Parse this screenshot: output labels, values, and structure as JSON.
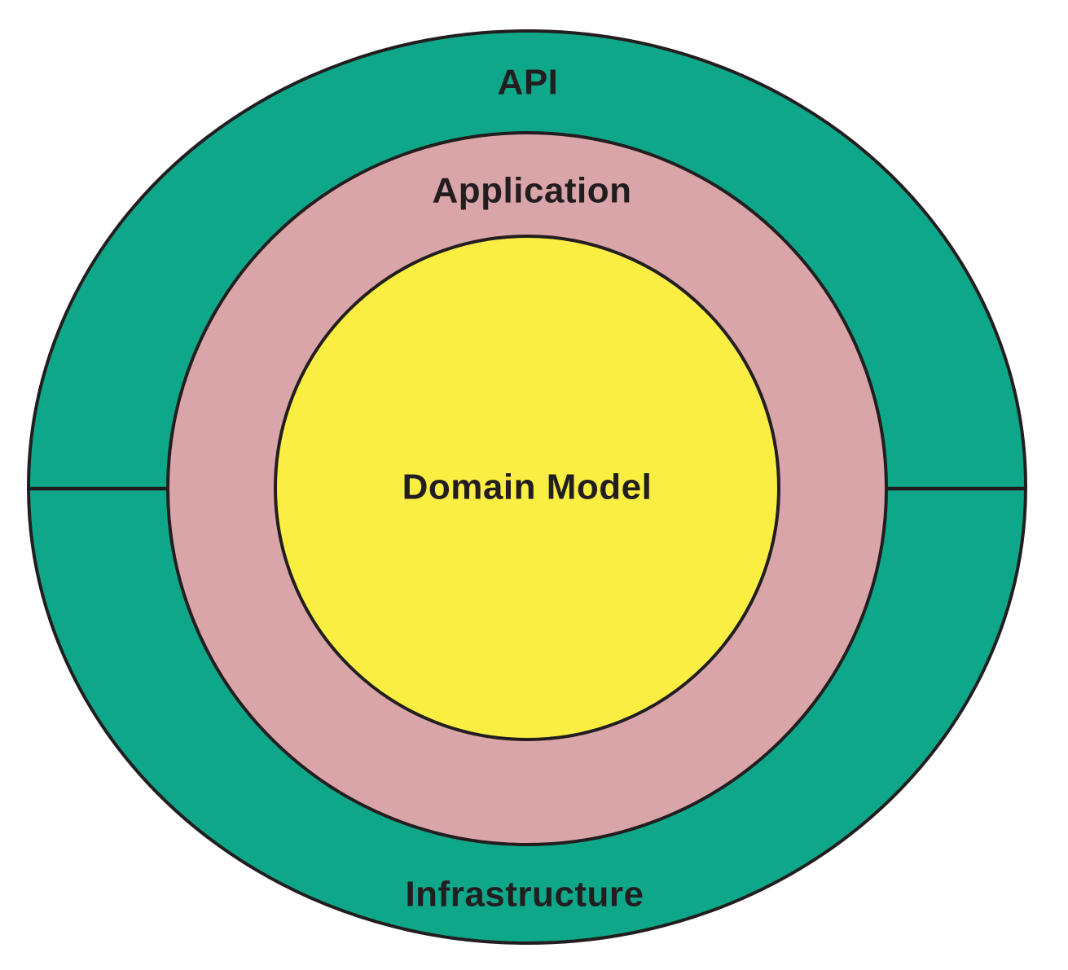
{
  "diagram": {
    "type": "onion-architecture-concentric-rings",
    "layers": {
      "api": {
        "label": "API"
      },
      "application": {
        "label": "Application"
      },
      "domain": {
        "label": "Domain Model"
      },
      "infrastructure": {
        "label": "Infrastructure"
      }
    },
    "colors": {
      "outer_ring": "#0fa78a",
      "middle_ring": "#d9a5a9",
      "inner_circle": "#fbee43",
      "stroke": "#221e1f",
      "text": "#221e20",
      "background": "#ffffff"
    }
  }
}
